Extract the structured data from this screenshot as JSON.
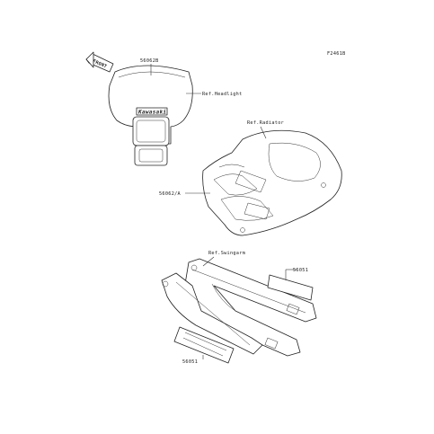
{
  "figure_code": "F2461B",
  "front_arrow": "FRONT",
  "headlight_brand": "Kawasaki",
  "labels": {
    "p56062b": "56062B",
    "ref_headlight": "Ref.Headlight",
    "ref_radiator": "Ref.Radiator",
    "p56062a": "56062/A",
    "ref_swingarm": "Ref.Swingarm",
    "p56051_right": "56051",
    "p56051_left": "56051"
  }
}
